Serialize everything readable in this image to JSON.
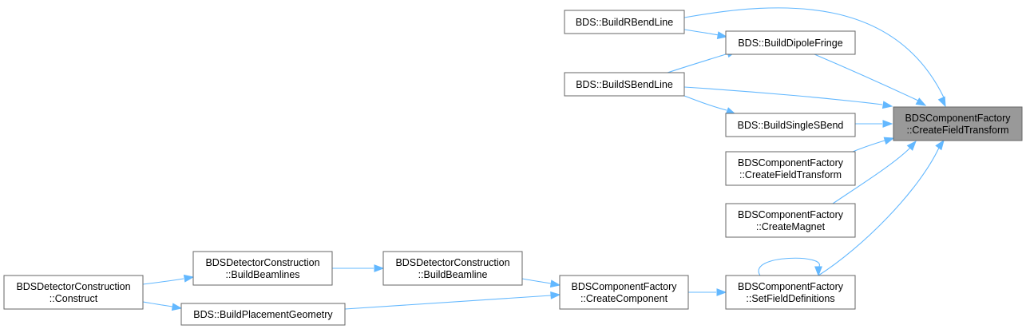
{
  "graph": {
    "nodes": [
      {
        "id": "focus",
        "lines": [
          "BDSComponentFactory",
          "::CreateFieldTransform"
        ],
        "focus": true
      },
      {
        "id": "rbend",
        "lines": [
          "BDS::BuildRBendLine"
        ]
      },
      {
        "id": "dipole",
        "lines": [
          "BDS::BuildDipoleFringe"
        ]
      },
      {
        "id": "sbendline",
        "lines": [
          "BDS::BuildSBendLine"
        ]
      },
      {
        "id": "singlesbend",
        "lines": [
          "BDS::BuildSingleSBend"
        ]
      },
      {
        "id": "cft2",
        "lines": [
          "BDSComponentFactory",
          "::CreateFieldTransform"
        ]
      },
      {
        "id": "magnet",
        "lines": [
          "BDSComponentFactory",
          "::CreateMagnet"
        ]
      },
      {
        "id": "setfield",
        "lines": [
          "BDSComponentFactory",
          "::SetFieldDefinitions"
        ]
      },
      {
        "id": "createcomp",
        "lines": [
          "BDSComponentFactory",
          "::CreateComponent"
        ]
      },
      {
        "id": "beamline",
        "lines": [
          "BDSDetectorConstruction",
          "::BuildBeamline"
        ]
      },
      {
        "id": "beamlines",
        "lines": [
          "BDSDetectorConstruction",
          "::BuildBeamlines"
        ]
      },
      {
        "id": "placement",
        "lines": [
          "BDS::BuildPlacementGeometry"
        ]
      },
      {
        "id": "construct",
        "lines": [
          "BDSDetectorConstruction",
          "::Construct"
        ]
      }
    ],
    "edges": [
      {
        "from": "rbend",
        "to": "focus"
      },
      {
        "from": "rbend",
        "to": "dipole"
      },
      {
        "from": "dipole",
        "to": "focus"
      },
      {
        "from": "sbendline",
        "to": "dipole"
      },
      {
        "from": "sbendline",
        "to": "focus"
      },
      {
        "from": "sbendline",
        "to": "singlesbend"
      },
      {
        "from": "singlesbend",
        "to": "focus"
      },
      {
        "from": "cft2",
        "to": "focus"
      },
      {
        "from": "magnet",
        "to": "focus"
      },
      {
        "from": "setfield",
        "to": "focus"
      },
      {
        "from": "setfield",
        "to": "setfield"
      },
      {
        "from": "createcomp",
        "to": "setfield"
      },
      {
        "from": "beamline",
        "to": "createcomp"
      },
      {
        "from": "beamlines",
        "to": "beamline"
      },
      {
        "from": "placement",
        "to": "createcomp"
      },
      {
        "from": "construct",
        "to": "beamlines"
      },
      {
        "from": "construct",
        "to": "placement"
      }
    ]
  }
}
